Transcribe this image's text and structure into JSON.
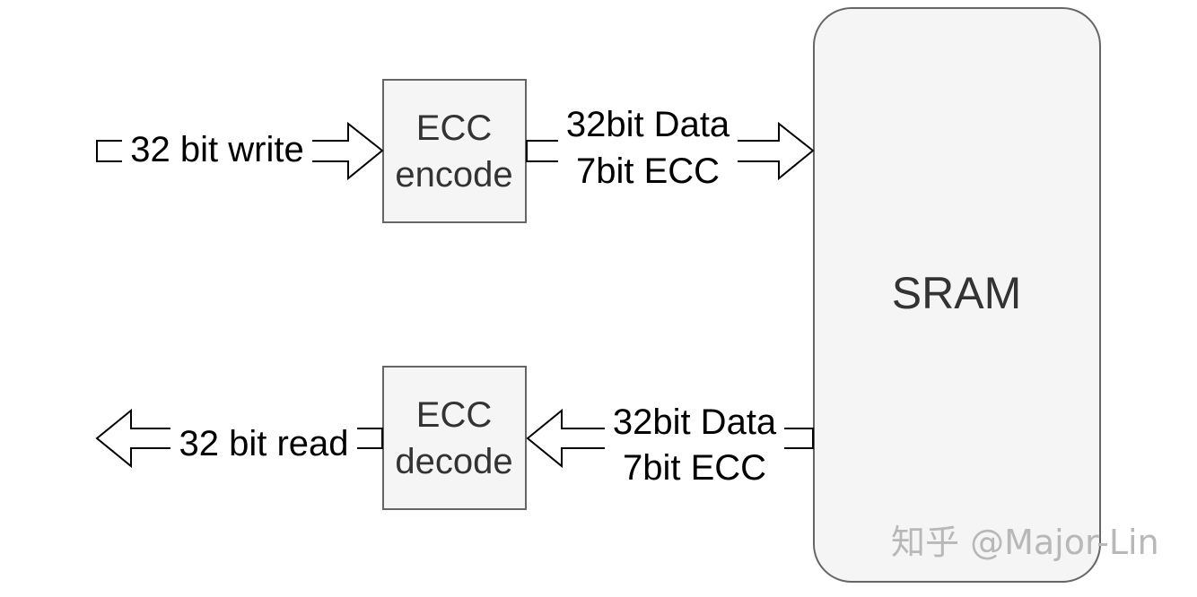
{
  "nodes": {
    "encoder": {
      "line1": "ECC",
      "line2": "encode"
    },
    "decoder": {
      "line1": "ECC",
      "line2": "decode"
    },
    "sram": {
      "label": "SRAM"
    }
  },
  "edges": {
    "write_in": {
      "label": "32 bit write"
    },
    "to_sram": {
      "line1": "32bit Data",
      "line2": "7bit ECC"
    },
    "from_sram": {
      "line1": "32bit Data",
      "line2": "7bit ECC"
    },
    "read_out": {
      "label": "32 bit read"
    }
  },
  "watermark": {
    "text": "知乎 @Major-Lin"
  },
  "colors": {
    "box_fill": "#f5f5f5",
    "box_stroke": "#666666",
    "arrow_stroke": "#000000",
    "text": "#333333"
  }
}
